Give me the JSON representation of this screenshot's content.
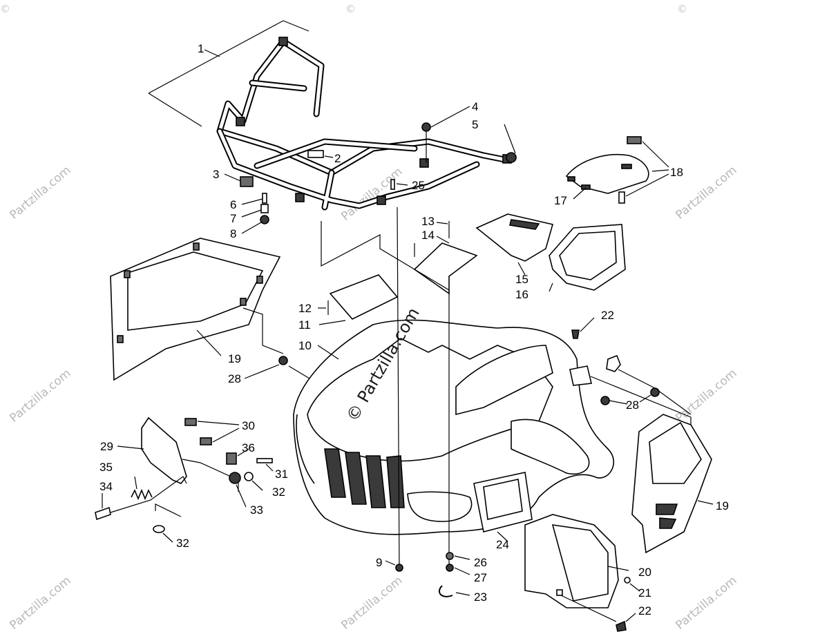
{
  "watermark": {
    "text": "Partzilla.com",
    "mark": "©",
    "center_text": "© Partzilla.com"
  },
  "callouts": {
    "c1": "1",
    "c2": "2",
    "c3": "3",
    "c4": "4",
    "c5": "5",
    "c6": "6",
    "c7": "7",
    "c8": "8",
    "c9": "9",
    "c10": "10",
    "c11": "11",
    "c12": "12",
    "c13": "13",
    "c14": "14",
    "c15": "15",
    "c16": "16",
    "c17": "17",
    "c18": "18",
    "c19a": "19",
    "c19b": "19",
    "c20": "20",
    "c21": "21",
    "c22a": "22",
    "c22b": "22",
    "c23": "23",
    "c24": "24",
    "c25": "25",
    "c26": "26",
    "c27": "27",
    "c28a": "28",
    "c28b": "28",
    "c29": "29",
    "c30": "30",
    "c31": "31",
    "c32a": "32",
    "c32b": "32",
    "c33": "33",
    "c34": "34",
    "c35": "35",
    "c36": "36"
  }
}
